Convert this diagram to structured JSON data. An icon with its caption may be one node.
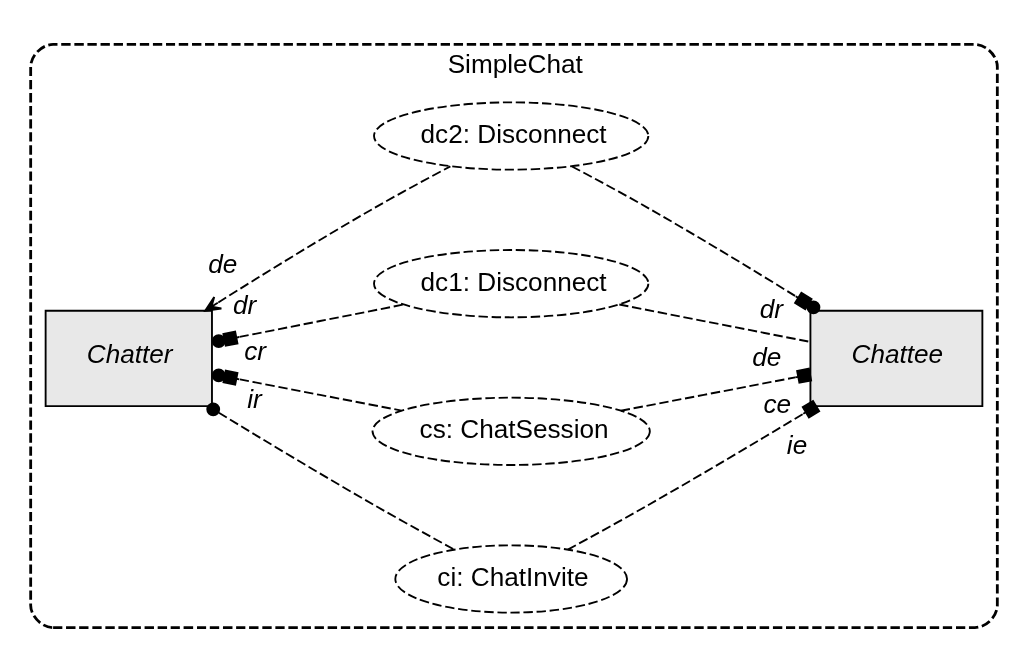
{
  "diagram": {
    "nodes": [
      {
        "text": [
          "SimpleChat"
        ]
      },
      {
        "text": [
          "ci: ChatInvite"
        ],
        "in": 0
      },
      {
        "text": [
          "Chatter"
        ],
        "in": 0
      },
      {
        "text": [
          "cs: ChatSession"
        ],
        "in": 0
      },
      {
        "text": [
          "Chattee"
        ],
        "in": 0
      },
      {
        "text": [
          "dc1: Disconnect"
        ],
        "in": 0
      },
      {
        "text": [
          "dc2: Disconnect"
        ],
        "in": 0
      }
    ],
    "edges": [
      {
        "from": 2,
        "to": 1,
        "arrow": "other",
        "label": "ir"
      },
      {
        "from": 4,
        "to": 1,
        "arrow": "other",
        "label": "ie"
      },
      {
        "from": 2,
        "to": 3,
        "arrow": "other",
        "label": "cr"
      },
      {
        "from": 4,
        "to": 3,
        "arrow": "other",
        "label": "ce"
      },
      {
        "from": 2,
        "to": 5,
        "arrow": "other",
        "label": "dr"
      },
      {
        "from": 6,
        "to": 2,
        "arrow": "to",
        "label": "de"
      },
      {
        "from": 4,
        "to": 5,
        "arrow": "none",
        "label": "de"
      },
      {
        "from": 4,
        "to": 6,
        "arrow": "other",
        "label": "dr"
      }
    ]
  }
}
